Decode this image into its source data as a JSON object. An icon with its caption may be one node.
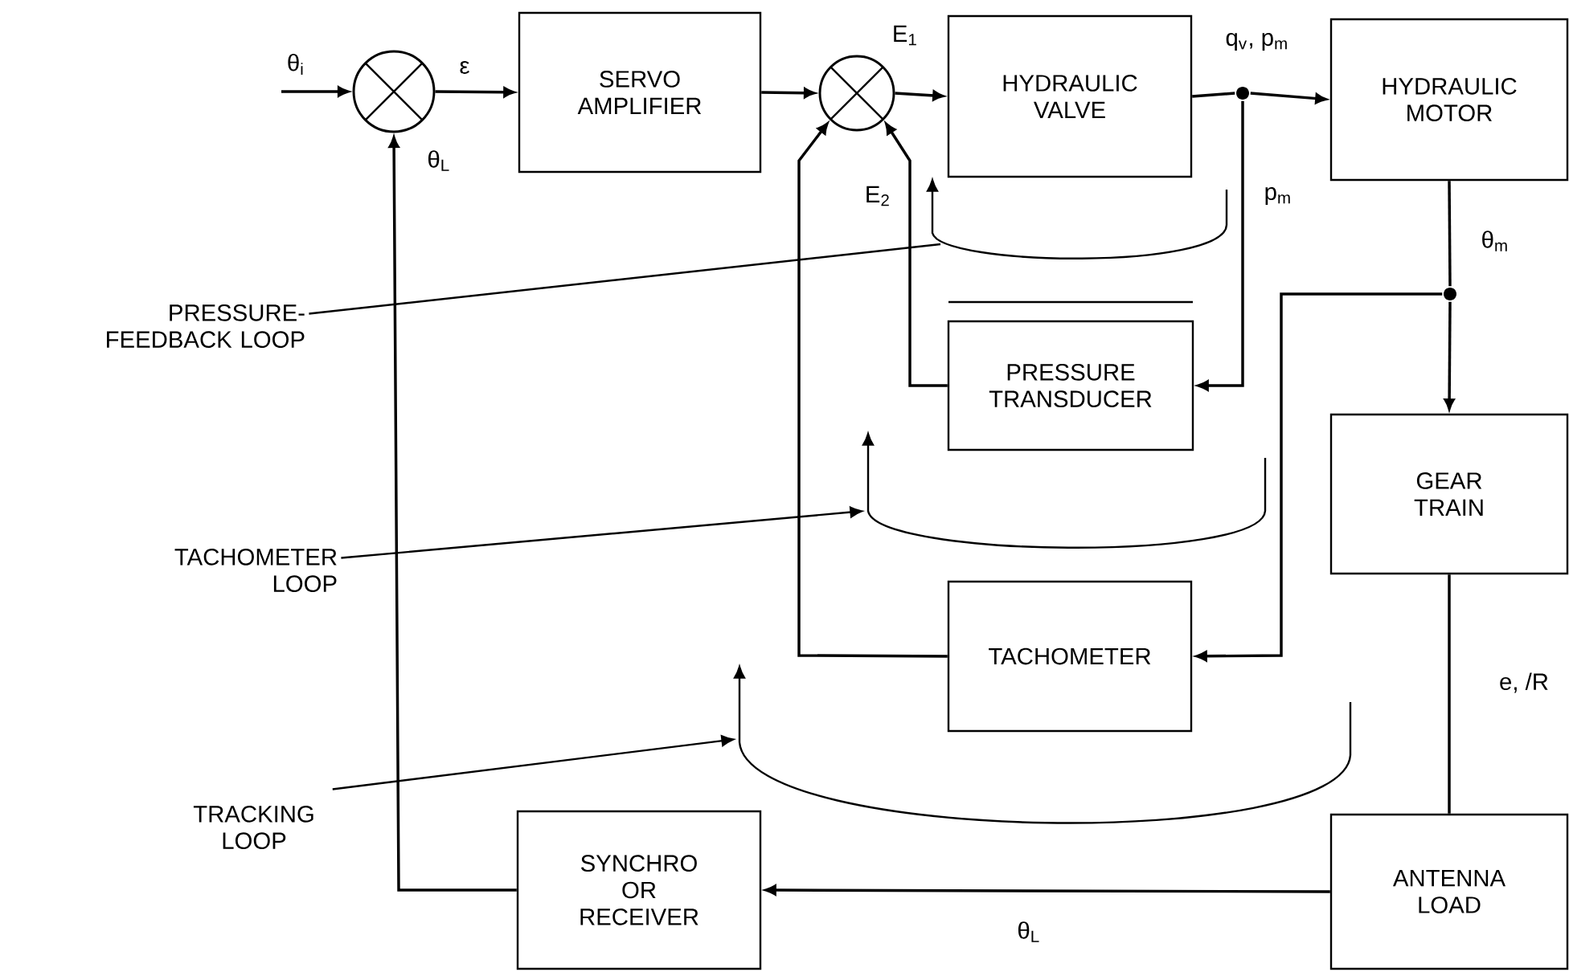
{
  "diagram": {
    "nodes": [
      {
        "text": [],
        "shape": "circle"
      },
      {
        "text": [
          "SERVO AMPLIFIER"
        ]
      },
      {
        "text": [],
        "shape": "circle"
      },
      {
        "text": [
          "HYDRAULIC VALVE"
        ]
      },
      {
        "text": [],
        "shape": "dot"
      },
      {
        "text": [
          "HYDRAULIC MOTOR"
        ]
      },
      {
        "text": [],
        "shape": "dot"
      },
      {
        "text": [
          "PRESSURE TRANSDUCER"
        ]
      },
      {
        "text": [
          "GEAR TRAIN"
        ]
      },
      {
        "text": [
          "TACHOMETER"
        ]
      },
      {
        "text": [
          "SYNCHRO OR RECEIVER"
        ]
      },
      {
        "text": [
          "ANTENNA LOAD"
        ]
      },
      {
        "text": [
          "PRESSURE-FEEDBACK LOOP"
        ]
      },
      {
        "text": [
          "TACHOMETER LOOP"
        ]
      },
      {
        "text": [
          "TRACKING LOOP"
        ]
      }
    ],
    "edges": [
      {
        "from": null,
        "to": 0,
        "arrow": "to",
        "label": "θ$_{i}$"
      },
      {
        "from": 0,
        "to": 1,
        "arrow": "to",
        "label": "ε"
      },
      {
        "from": 1,
        "to": 2,
        "arrow": "to"
      },
      {
        "from": 2,
        "to": 3,
        "arrow": "to",
        "label": "E$_{1}$"
      },
      {
        "from": 3,
        "to": 4,
        "arrow": "none"
      },
      {
        "from": 4,
        "to": 5,
        "arrow": "to",
        "label": "q$_{v}$, p$_{m}$"
      },
      {
        "from": 4,
        "to": 7,
        "arrow": "to",
        "label": "p$_{m}$"
      },
      {
        "from": 7,
        "to": 2,
        "arrow": "to",
        "label": "E$_{2}$"
      },
      {
        "from": 5,
        "to": 6,
        "arrow": "none",
        "label": "θ$_{m}$"
      },
      {
        "from": 6,
        "to": 8,
        "arrow": "to"
      },
      {
        "from": 6,
        "to": 9,
        "arrow": "to"
      },
      {
        "from": 9,
        "to": 2,
        "arrow": "to"
      },
      {
        "from": 8,
        "to": 11,
        "arrow": "none",
        "label": "e, /R"
      },
      {
        "from": 11,
        "to": 10,
        "arrow": "to",
        "label": "θ$_{L}$"
      },
      {
        "from": 10,
        "to": 0,
        "arrow": "to",
        "label": "θ$_{L}$"
      },
      {
        "from": 12,
        "to": null,
        "arrow": "none"
      },
      {
        "from": 13,
        "to": null,
        "arrow": "to"
      },
      {
        "from": 14,
        "to": null,
        "arrow": "to"
      }
    ]
  }
}
